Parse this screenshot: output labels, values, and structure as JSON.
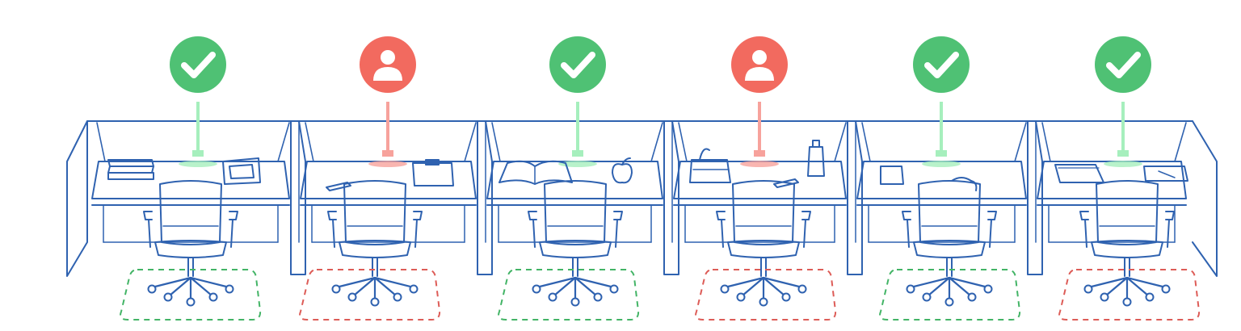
{
  "colors": {
    "outline": "#2f62b0",
    "available": "#4fc174",
    "available_beam": "#a6efbd",
    "available_dash": "#43b466",
    "occupied": "#f26a5f",
    "occupied_beam": "#f7a29c",
    "occupied_dash": "#dd5c57",
    "background": "#ffffff"
  },
  "desks": [
    {
      "id": "desk-1",
      "status": "available",
      "icon": "checkmark-icon",
      "items": [
        "book-stack",
        "picture-frame"
      ],
      "floor_zone": "available"
    },
    {
      "id": "desk-2",
      "status": "occupied",
      "icon": "person-icon",
      "items": [
        "phone",
        "clipboard"
      ],
      "floor_zone": "occupied"
    },
    {
      "id": "desk-3",
      "status": "available",
      "icon": "checkmark-icon",
      "items": [
        "open-book",
        "apple"
      ],
      "floor_zone": "available"
    },
    {
      "id": "desk-4",
      "status": "occupied",
      "icon": "person-icon",
      "items": [
        "handbag",
        "water-bottle",
        "phone"
      ],
      "floor_zone": "occupied"
    },
    {
      "id": "desk-5",
      "status": "available",
      "icon": "checkmark-icon",
      "items": [
        "tablet",
        "mug"
      ],
      "floor_zone": "available"
    },
    {
      "id": "desk-6",
      "status": "available",
      "icon": "checkmark-icon",
      "items": [
        "notebook",
        "folder-pen"
      ],
      "floor_zone": "occupied"
    }
  ]
}
